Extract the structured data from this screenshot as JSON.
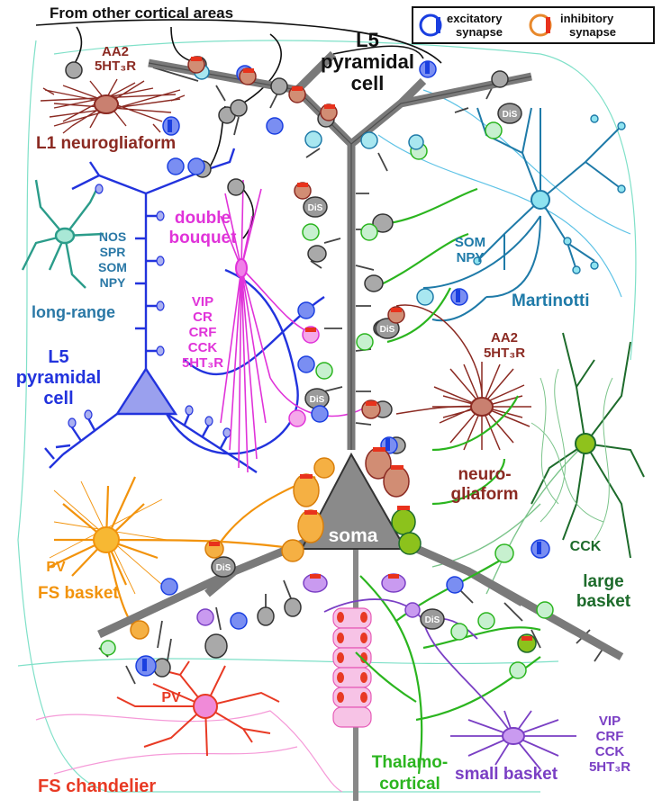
{
  "header": {
    "from_other": "From other cortical areas"
  },
  "legend": {
    "excitatory_line1": "excitatory",
    "excitatory_line2": "synapse",
    "inhibitory_line1": "inhibitory",
    "inhibitory_line2": "synapse",
    "excitatory_color": "#1a3fe0",
    "inhibitory_color": "#e8321c"
  },
  "main_cell": {
    "line1": "L5",
    "line2": "pyramidal",
    "line3": "cell",
    "soma": "soma"
  },
  "dis_label": "DiS",
  "cells": {
    "l1_neurogliaform": {
      "markers_line1": "AA2",
      "markers_line2": "5HT₃R",
      "name": "L1 neurogliaform",
      "color": "#8b2a22"
    },
    "double_bouquet": {
      "name_line1": "double",
      "name_line2": "bouquet",
      "markers": [
        "VIP",
        "CR",
        "CRF",
        "CCK",
        "5HT₃R"
      ],
      "color": "#e033d9"
    },
    "long_range": {
      "markers": [
        "NOS",
        "SPR",
        "SOM",
        "NPY"
      ],
      "name": "long-range",
      "color": "#2b9c8a",
      "marker_color": "#2a78a6"
    },
    "left_pyramidal": {
      "line1": "L5",
      "line2": "pyramidal",
      "line3": "cell",
      "color": "#2233dd"
    },
    "martinotti": {
      "markers": [
        "SOM",
        "NPY"
      ],
      "name": "Martinotti",
      "color": "#1e7aa8"
    },
    "neurogliaform": {
      "markers_line1": "AA2",
      "markers_line2": "5HT₃R",
      "name_line1": "neuro-",
      "name_line2": "gliaform",
      "color": "#8b2a22"
    },
    "large_basket": {
      "marker": "CCK",
      "name_line1": "large",
      "name_line2": "basket",
      "color": "#1d6b2b"
    },
    "fs_basket": {
      "marker": "PV",
      "name": "FS basket",
      "color": "#f2930c"
    },
    "fs_chandelier": {
      "marker": "PV",
      "name": "FS chandelier",
      "color": "#e83a24"
    },
    "thalamocortical": {
      "name_line1": "Thalamo-",
      "name_line2": "cortical",
      "color": "#2bb51f"
    },
    "small_basket": {
      "name": "small basket",
      "markers": [
        "VIP",
        "CRF",
        "CCK",
        "5HT₃R"
      ],
      "color": "#7a3fc4"
    }
  }
}
